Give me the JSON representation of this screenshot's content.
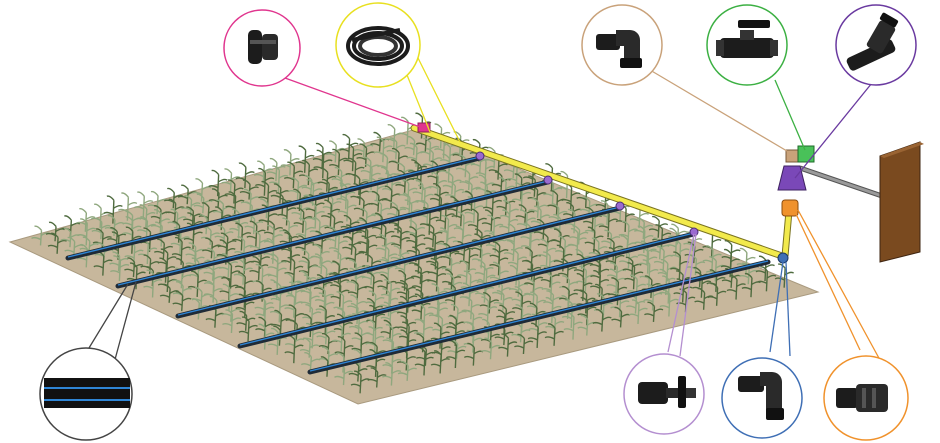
{
  "diagram": {
    "colors": {
      "ground": "#c7b79c",
      "ground_edge": "#a99a7f",
      "drip_tape": "#1f2a36",
      "drip_stripe": "#2f86d6",
      "mainline": "#f2ea4c",
      "supply_pipe": "#8c8c8c",
      "wall": "#7a4a1f",
      "plant": "#4f6b3f",
      "plant_light": "#8fa77e"
    },
    "callouts": [
      {
        "id": "end-plug",
        "icon": "end-cap-icon",
        "color": "#e0358e"
      },
      {
        "id": "pipe-coil",
        "icon": "coiled-pipe-icon",
        "color": "#e8e020"
      },
      {
        "id": "elbow",
        "icon": "elbow-fitting-icon",
        "color": "#c9a27a"
      },
      {
        "id": "ball-valve",
        "icon": "ball-valve-icon",
        "color": "#3cb043"
      },
      {
        "id": "filter",
        "icon": "disc-filter-icon",
        "color": "#6a3aa0"
      },
      {
        "id": "drip-tape",
        "icon": "drip-tape-icon",
        "color": "#444444"
      },
      {
        "id": "start-connector",
        "icon": "tape-start-connector-icon",
        "color": "#b48fd0"
      },
      {
        "id": "tape-elbow",
        "icon": "tape-elbow-icon",
        "color": "#3f6fb5"
      },
      {
        "id": "coupling",
        "icon": "coupling-icon",
        "color": "#f0922c"
      }
    ]
  }
}
